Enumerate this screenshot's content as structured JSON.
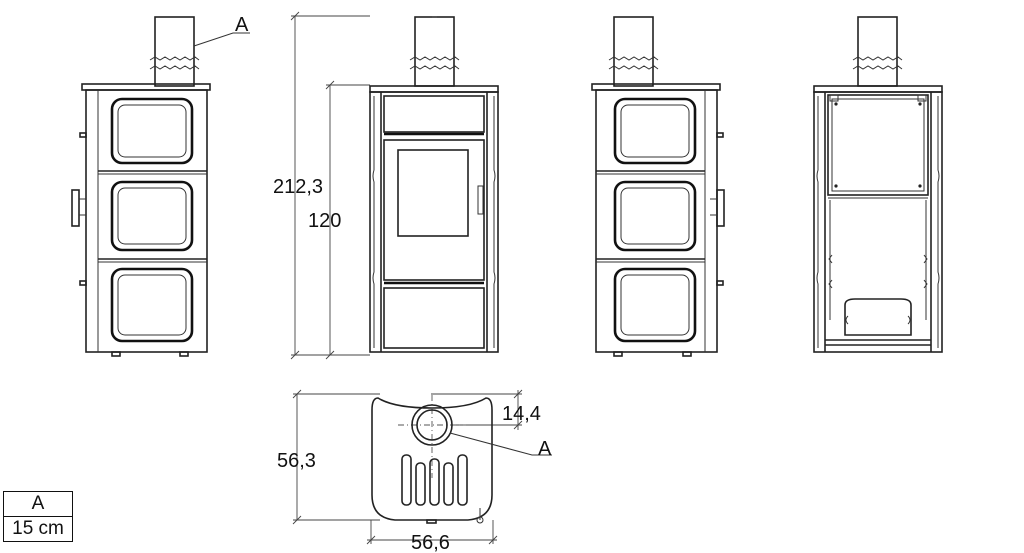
{
  "labels": {
    "a_chimney": "A",
    "a_flue": "A",
    "height_total": "212,3",
    "height_body": "120",
    "depth": "56,3",
    "width": "56,6",
    "flue_offset": "14,4"
  },
  "legend": {
    "header": "A",
    "value": "15 cm"
  },
  "colors": {
    "line": "#222222",
    "background": "#ffffff"
  }
}
